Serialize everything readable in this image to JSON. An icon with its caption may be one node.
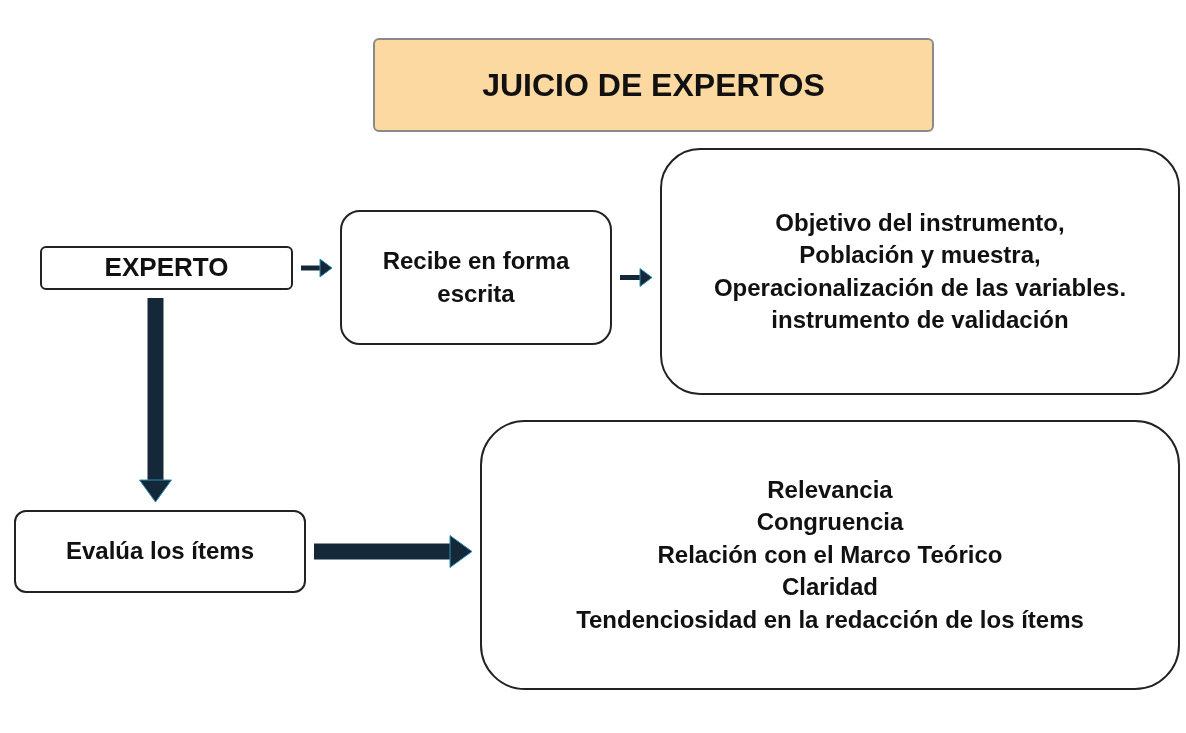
{
  "diagram": {
    "title": "JUICIO DE EXPERTOS",
    "nodes": [
      {
        "text": [
          "EXPERTO"
        ]
      },
      {
        "text": [
          "Recibe en forma escrita"
        ]
      },
      {
        "text": [
          "Objetivo del instrumento,",
          "Población y muestra,",
          "Operacionalización de las variables.",
          "instrumento de validación"
        ]
      },
      {
        "text": [
          "Evalúa los ítems"
        ]
      },
      {
        "text": [
          "Relevancia",
          "Congruencia",
          "Relación con el Marco Teórico",
          "Claridad",
          "Tendenciosidad en la redacción de los ítems"
        ]
      }
    ],
    "edges": [
      {
        "from": 0,
        "to": 1,
        "arrow": "to"
      },
      {
        "from": 1,
        "to": 2,
        "arrow": "to"
      },
      {
        "from": 0,
        "to": 3,
        "arrow": "to",
        "style": "thick"
      },
      {
        "from": 3,
        "to": 4,
        "arrow": "to",
        "style": "thick"
      }
    ]
  }
}
